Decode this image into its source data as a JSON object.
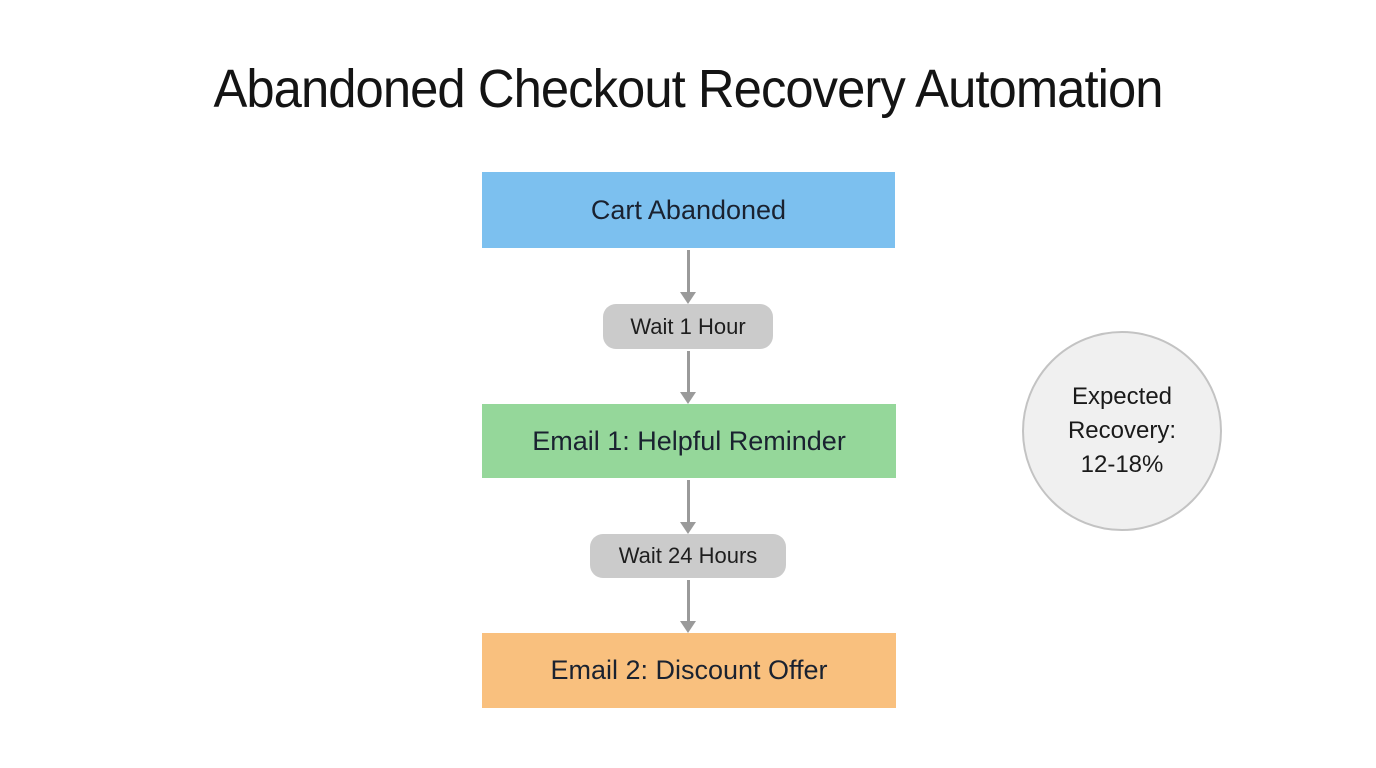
{
  "page": {
    "background": "#ffffff"
  },
  "title": "Abandoned Checkout Recovery Automation",
  "flow": {
    "connector_color": "#9a9a9a",
    "nodes": [
      {
        "id": "cart-abandoned",
        "kind": "trigger",
        "shape": "rectangle",
        "label": "Cart Abandoned",
        "color": "#7cc0ef",
        "text_color": "#1a2230"
      },
      {
        "id": "wait-1-hour",
        "kind": "delay",
        "shape": "pill",
        "label": "Wait 1 Hour",
        "color": "#cbcbcb",
        "text_color": "#1e1e1e"
      },
      {
        "id": "email-1-helpful-reminder",
        "kind": "email",
        "shape": "rectangle",
        "label": "Email 1: Helpful Reminder",
        "color": "#95d79a",
        "text_color": "#1a2230"
      },
      {
        "id": "wait-24-hours",
        "kind": "delay",
        "shape": "pill",
        "label": "Wait 24 Hours",
        "color": "#cbcbcb",
        "text_color": "#1e1e1e"
      },
      {
        "id": "email-2-discount-offer",
        "kind": "email",
        "shape": "rectangle",
        "label": "Email 2: Discount Offer",
        "color": "#f9c07e",
        "text_color": "#1a2230"
      }
    ]
  },
  "annotation": {
    "label": "Expected Recovery: 12-18%",
    "fill": "#f0f0f0",
    "border": "#c3c3c3"
  }
}
